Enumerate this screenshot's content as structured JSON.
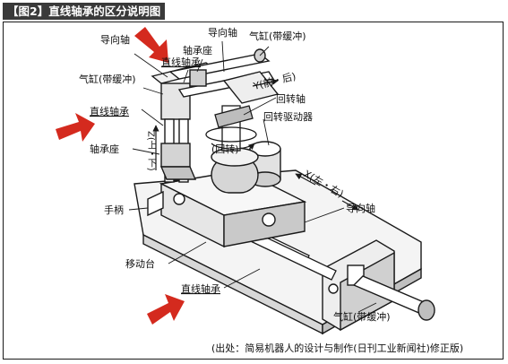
{
  "title": "【图2】直线轴承的区分说明图",
  "labels": {
    "guide_shaft_top_left": "导向轴",
    "guide_shaft_top_mid": "导向轴",
    "cylinder_top_right": "气缸(带缓冲)",
    "bearing_seat_top": "轴承座",
    "linear_bearing_top": "直线轴承",
    "cylinder_left": "气缸(带缓冲)",
    "y_axis": "Y(前・后)",
    "rotary_shaft": "回转轴",
    "rotary_driver": "回转驱动器",
    "linear_bearing_left": "直线轴承",
    "bearing_seat_left": "轴承座",
    "z_axis": "Z(上・下)",
    "rotation": "(回转)",
    "x_axis": "X(左・右)",
    "guide_shaft_right": "导向轴",
    "handle": "手柄",
    "moving_table": "移动台",
    "linear_bearing_bottom": "直线轴承",
    "cylinder_bottom": "气缸(带缓冲)"
  },
  "source": "(出处：简易机器人的设计与制作(日刊工业新闻社)修正版)",
  "colors": {
    "arrow": "#d42a1e",
    "line": "#1a1a1a",
    "shade": "#9a9a9a"
  }
}
